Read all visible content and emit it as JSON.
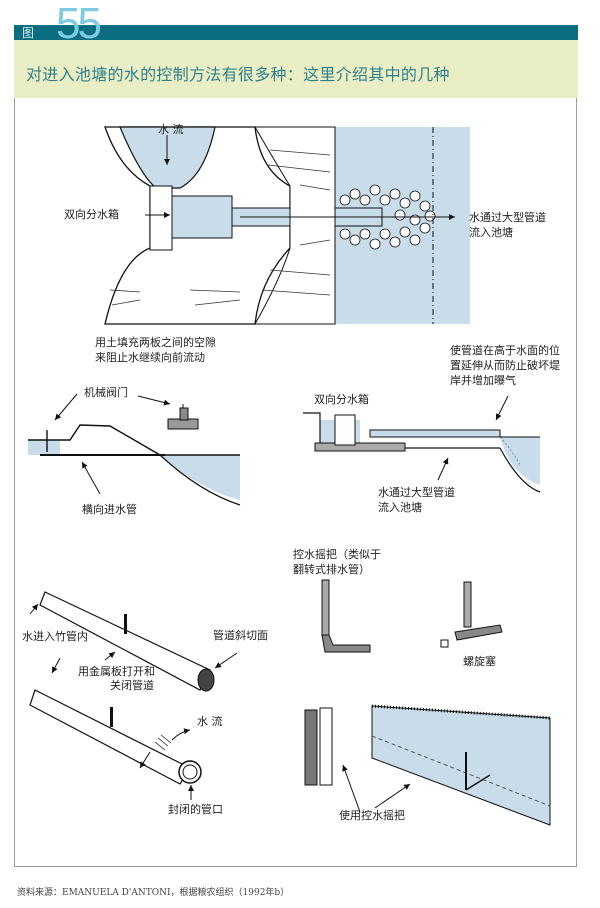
{
  "figure": {
    "label": "图",
    "number": "55",
    "title": "对进入池塘的水的控制方法有很多种：这里介绍其中的几种"
  },
  "colors": {
    "header_bar": "#0a6e80",
    "title_bg": "#eaeec4",
    "title_text": "#2e7f8c",
    "figure_number": "#7fcbe4",
    "water": "#c9dcea"
  },
  "panels": {
    "top": {
      "water_flow": "水 流",
      "splitter_box": "双向分水箱",
      "outlet": [
        "水通过大型管道",
        "流入池塘"
      ],
      "fill_note": [
        "用土填充两板之间的空隙",
        "来阻止水继续向前流动"
      ]
    },
    "middle_left": {
      "valve": "机械阀门",
      "pipe": "横向进水管"
    },
    "middle_right": {
      "extension_note": [
        "使管道在高于水面的位",
        "置延伸从而防止破坏堤",
        "岸并增加曝气"
      ],
      "splitter_box": "双向分水箱",
      "outlet": [
        "水通过大型管道",
        "流入池塘"
      ]
    },
    "bottom_left": {
      "inlet": "水进入竹管内",
      "bevel": "管道斜切面",
      "metal_plate": [
        "用金属板打开和",
        "关闭管道"
      ],
      "flow": "水  流",
      "closed_end": "封闭的管口"
    },
    "bottom_right": {
      "turn_down": [
        "控水摇把（类似于",
        "翻转式排水管）"
      ],
      "screw_plug": "螺旋塞",
      "usage": "使用控水摇把"
    }
  },
  "source": "资料来源：EMANUELA D'ANTONI，根据粮农组织（1992年b）"
}
